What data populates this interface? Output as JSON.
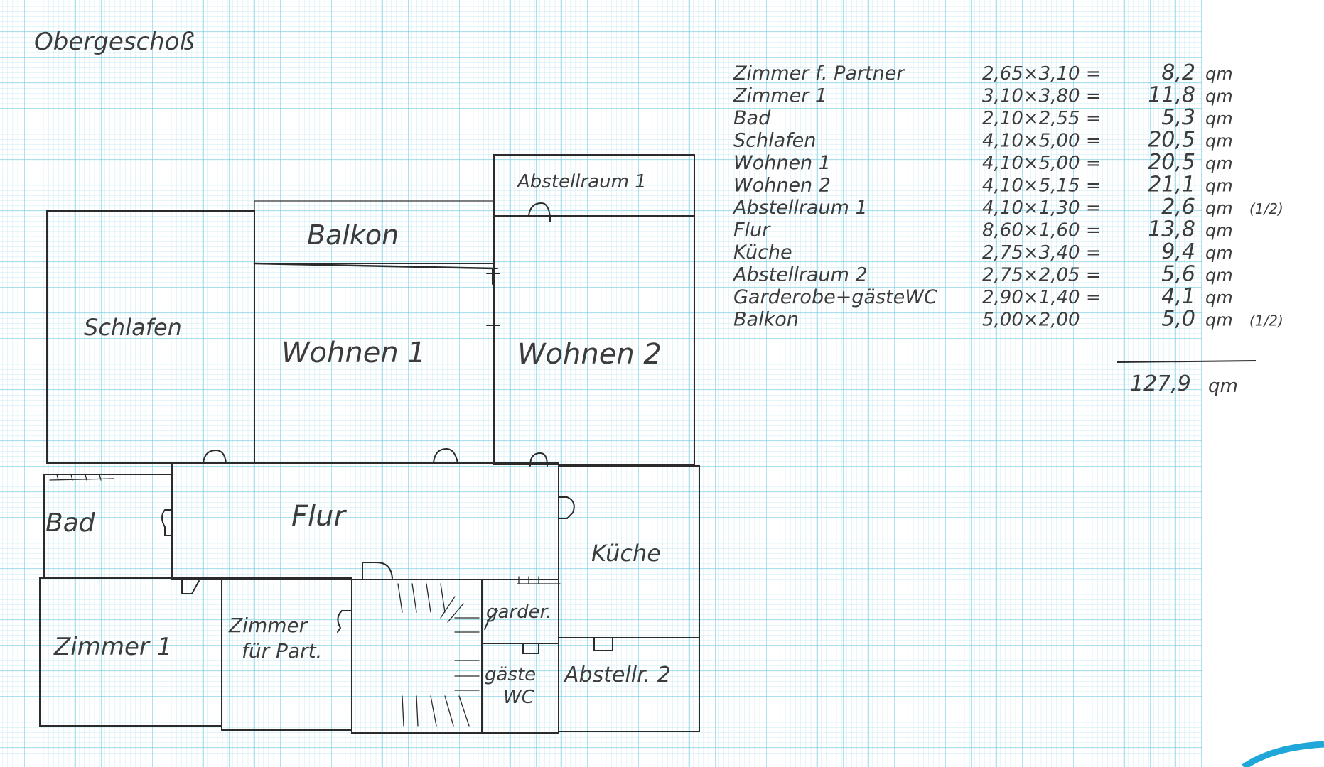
{
  "title": "Obergeschoß",
  "rooms": {
    "abstellraum1": "Abstellraum 1",
    "balkon": "Balkon",
    "schlafen": "Schlafen",
    "wohnen1": "Wohnen 1",
    "wohnen2": "Wohnen 2",
    "bad": "Bad",
    "flur": "Flur",
    "kueche": "Küche",
    "zimmer1": "Zimmer 1",
    "zimmer_partner_1": "Zimmer",
    "zimmer_partner_2": "für Part.",
    "garder": "garder.",
    "gaeste": "gäste",
    "wc": "WC",
    "abstell2": "Abstellr. 2"
  },
  "area_table": {
    "rows": [
      {
        "name": "Zimmer f. Partner",
        "dims": "2,65×3,10 =",
        "area": "8,2",
        "unit": "qm",
        "note": ""
      },
      {
        "name": "Zimmer 1",
        "dims": "3,10×3,80 =",
        "area": "11,8",
        "unit": "qm",
        "note": ""
      },
      {
        "name": "Bad",
        "dims": "2,10×2,55 =",
        "area": "5,3",
        "unit": "qm",
        "note": ""
      },
      {
        "name": "Schlafen",
        "dims": "4,10×5,00 =",
        "area": "20,5",
        "unit": "qm",
        "note": ""
      },
      {
        "name": "Wohnen 1",
        "dims": "4,10×5,00 =",
        "area": "20,5",
        "unit": "qm",
        "note": ""
      },
      {
        "name": "Wohnen 2",
        "dims": "4,10×5,15 =",
        "area": "21,1",
        "unit": "qm",
        "note": ""
      },
      {
        "name": "Abstellraum 1",
        "dims": "4,10×1,30 =",
        "area": "2,6",
        "unit": "qm",
        "note": "(1/2)"
      },
      {
        "name": "Flur",
        "dims": "8,60×1,60 =",
        "area": "13,8",
        "unit": "qm",
        "note": ""
      },
      {
        "name": "Küche",
        "dims": "2,75×3,40 =",
        "area": "9,4",
        "unit": "qm",
        "note": ""
      },
      {
        "name": "Abstellraum 2",
        "dims": "2,75×2,05 =",
        "area": "5,6",
        "unit": "qm",
        "note": ""
      },
      {
        "name": "Garderobe+gästeWC",
        "dims": "2,90×1,40 =",
        "area": "4,1",
        "unit": "qm",
        "note": ""
      },
      {
        "name": "Balkon",
        "dims": "5,00×2,00",
        "area": "5,0",
        "unit": "qm",
        "note": "(1/2)"
      }
    ],
    "total": "127,9",
    "total_unit": "qm"
  },
  "colors": {
    "paper": "#ffffff",
    "grid_fine": "#b7e3ef",
    "grid_major": "#6ec9e0",
    "ink": "#2b2b2b",
    "text_ink": "#3c3c3c",
    "corner_accent": "#1ea7d8"
  }
}
